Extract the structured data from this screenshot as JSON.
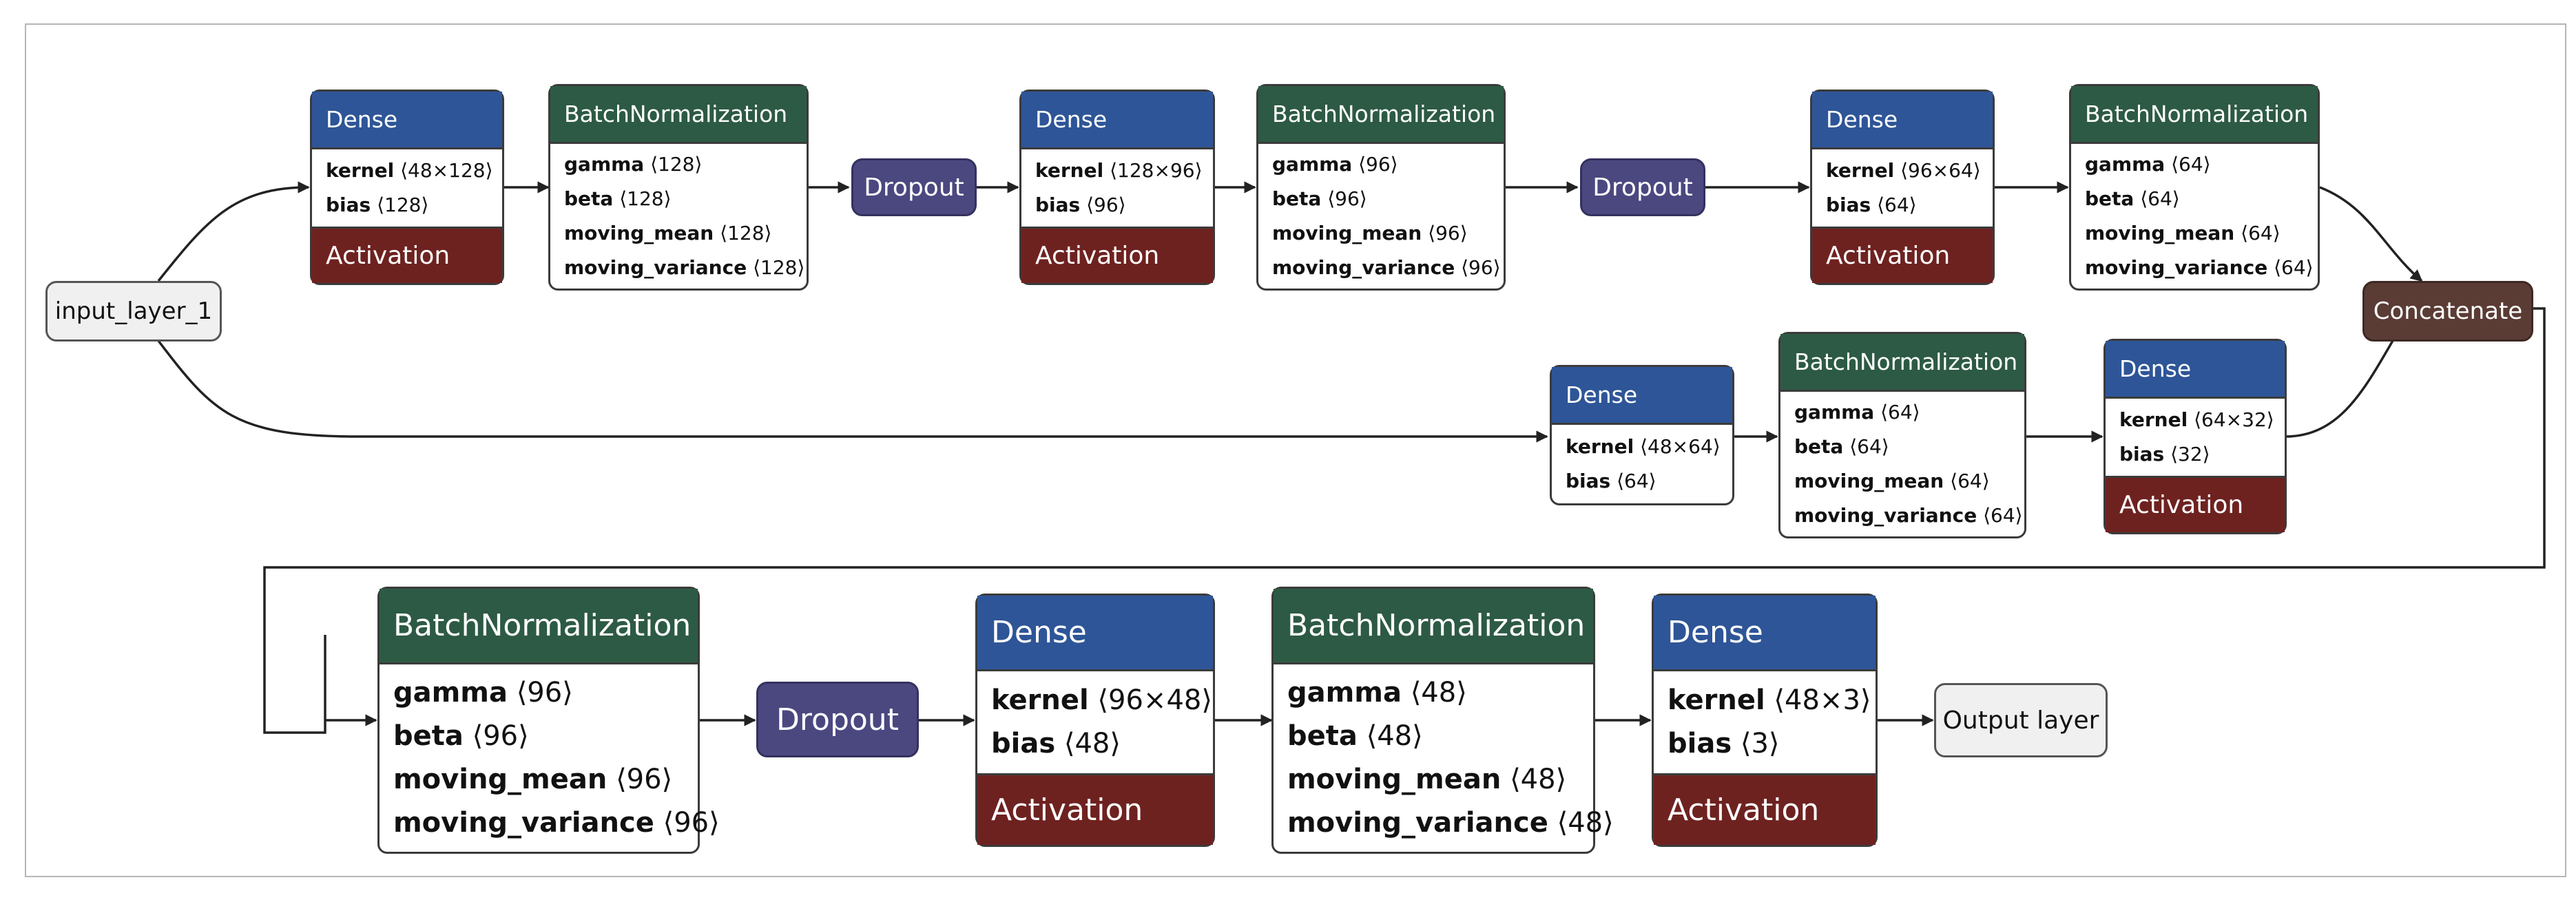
{
  "diagram": {
    "input": "input_layer_1",
    "concatenate": "Concatenate",
    "output": "Output layer",
    "dropout": [
      "Dropout",
      "Dropout",
      "Dropout"
    ],
    "dense": [
      {
        "title": "Dense",
        "k_label": "kernel",
        "k_val": "⟨48×128⟩",
        "b_label": "bias",
        "b_val": "⟨128⟩",
        "act": "Activation"
      },
      {
        "title": "Dense",
        "k_label": "kernel",
        "k_val": "⟨128×96⟩",
        "b_label": "bias",
        "b_val": "⟨96⟩",
        "act": "Activation"
      },
      {
        "title": "Dense",
        "k_label": "kernel",
        "k_val": "⟨96×64⟩",
        "b_label": "bias",
        "b_val": "⟨64⟩",
        "act": "Activation"
      },
      {
        "title": "Dense",
        "k_label": "kernel",
        "k_val": "⟨48×64⟩",
        "b_label": "bias",
        "b_val": "⟨64⟩"
      },
      {
        "title": "Dense",
        "k_label": "kernel",
        "k_val": "⟨64×32⟩",
        "b_label": "bias",
        "b_val": "⟨32⟩",
        "act": "Activation"
      },
      {
        "title": "Dense",
        "k_label": "kernel",
        "k_val": "⟨96×48⟩",
        "b_label": "bias",
        "b_val": "⟨48⟩",
        "act": "Activation"
      },
      {
        "title": "Dense",
        "k_label": "kernel",
        "k_val": "⟨48×3⟩",
        "b_label": "bias",
        "b_val": "⟨3⟩",
        "act": "Activation"
      }
    ],
    "bn": [
      {
        "title": "BatchNormalization",
        "gamma": "⟨128⟩",
        "beta": "⟨128⟩",
        "mean": "⟨128⟩",
        "var": "⟨128⟩"
      },
      {
        "title": "BatchNormalization",
        "gamma": "⟨96⟩",
        "beta": "⟨96⟩",
        "mean": "⟨96⟩",
        "var": "⟨96⟩"
      },
      {
        "title": "BatchNormalization",
        "gamma": "⟨64⟩",
        "beta": "⟨64⟩",
        "mean": "⟨64⟩",
        "var": "⟨64⟩"
      },
      {
        "title": "BatchNormalization",
        "gamma": "⟨64⟩",
        "beta": "⟨64⟩",
        "mean": "⟨64⟩",
        "var": "⟨64⟩"
      },
      {
        "title": "BatchNormalization",
        "gamma": "⟨96⟩",
        "beta": "⟨96⟩",
        "mean": "⟨96⟩",
        "var": "⟨96⟩"
      },
      {
        "title": "BatchNormalization",
        "gamma": "⟨48⟩",
        "beta": "⟨48⟩",
        "mean": "⟨48⟩",
        "var": "⟨48⟩"
      }
    ],
    "bn_labels": {
      "gamma": "gamma",
      "beta": "beta",
      "mean": "moving_mean",
      "var": "moving_variance"
    }
  }
}
